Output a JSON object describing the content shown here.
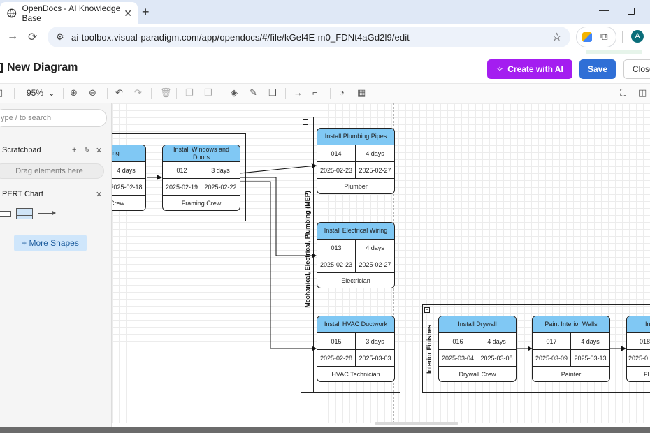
{
  "browser": {
    "tab_title": "OpenDocs - AI Knowledge Base",
    "url": "ai-toolbox.visual-paradigm.com/app/opendocs/#/file/kGel4E-m0_FDNt4aGd2l9/edit",
    "avatar_letter": "A"
  },
  "app": {
    "doc_title": "New Diagram",
    "create_ai_label": "Create with AI",
    "save_label": "Save",
    "close_label": "Close",
    "zoom": "95%",
    "accent_purple": "#a41df0",
    "accent_blue": "#2f6fd6"
  },
  "sidebar": {
    "search_placeholder": "ype / to search",
    "scratchpad_title": "Scratchpad",
    "drag_hint": "Drag elements here",
    "pert_title": "PERT Chart",
    "more_shapes": "+ More Shapes"
  },
  "diagram": {
    "lanes": [
      {
        "label": "Mechanical, Electrical, Plumbing (MEP)"
      },
      {
        "label": "Interior Finishes"
      }
    ],
    "nodes": [
      {
        "title": "or Siding",
        "id": "",
        "duration": "4 days",
        "start": "",
        "end": "2025-02-18",
        "resource": "Crew"
      },
      {
        "title": "Install Windows and Doors",
        "id": "012",
        "duration": "3 days",
        "start": "2025-02-19",
        "end": "2025-02-22",
        "resource": "Framing Crew"
      },
      {
        "title": "Install Plumbing Pipes",
        "id": "014",
        "duration": "4 days",
        "start": "2025-02-23",
        "end": "2025-02-27",
        "resource": "Plumber"
      },
      {
        "title": "Install Electrical Wiring",
        "id": "013",
        "duration": "4 days",
        "start": "2025-02-23",
        "end": "2025-02-27",
        "resource": "Electrician"
      },
      {
        "title": "Install HVAC Ductwork",
        "id": "015",
        "duration": "3 days",
        "start": "2025-02-28",
        "end": "2025-03-03",
        "resource": "HVAC Technician"
      },
      {
        "title": "Install Drywall",
        "id": "016",
        "duration": "4 days",
        "start": "2025-03-04",
        "end": "2025-03-08",
        "resource": "Drywall Crew"
      },
      {
        "title": "Paint Interior Walls",
        "id": "017",
        "duration": "4 days",
        "start": "2025-03-09",
        "end": "2025-03-13",
        "resource": "Painter"
      },
      {
        "title": "Ins",
        "id": "018",
        "duration": "",
        "start": "2025-0",
        "end": "",
        "resource": "Fl"
      }
    ],
    "header_color": "#80c8f4"
  }
}
